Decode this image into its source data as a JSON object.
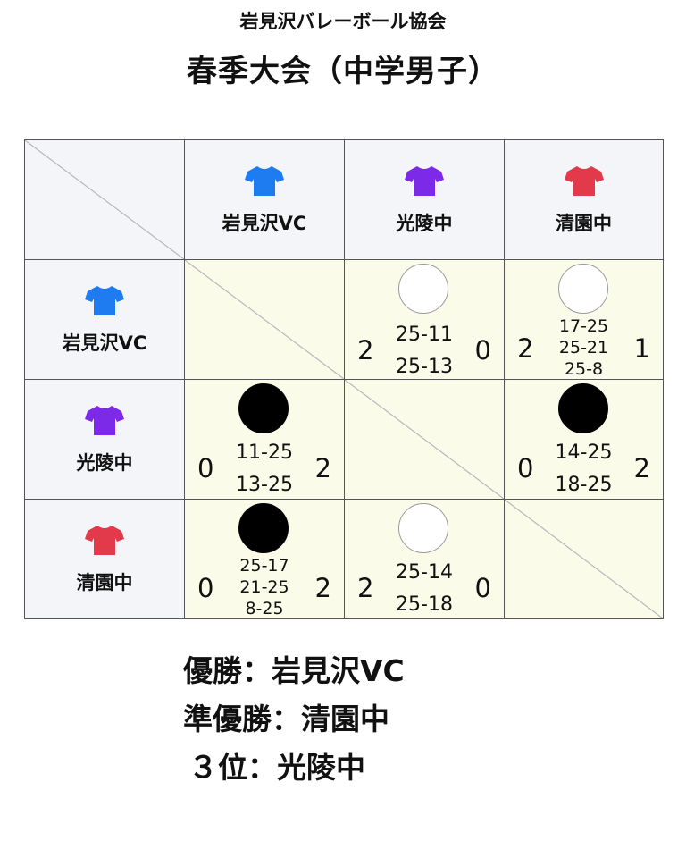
{
  "organization": "岩見沢バレーボール協会",
  "title": "春季大会（中学男子）",
  "teams": [
    {
      "name": "岩見沢VC",
      "color": "#1f7bf0"
    },
    {
      "name": "光陵中",
      "color": "#7c2ae8"
    },
    {
      "name": "清園中",
      "color": "#e23a4a"
    }
  ],
  "matches": {
    "r0c1": {
      "result": "win",
      "left": "2",
      "right": "0",
      "sets": [
        "25-11",
        "25-13"
      ]
    },
    "r0c2": {
      "result": "win",
      "left": "2",
      "right": "1",
      "sets": [
        "17-25",
        "25-21",
        "25-8"
      ]
    },
    "r1c0": {
      "result": "lose",
      "left": "0",
      "right": "2",
      "sets": [
        "11-25",
        "13-25"
      ]
    },
    "r1c2": {
      "result": "lose",
      "left": "0",
      "right": "2",
      "sets": [
        "14-25",
        "18-25"
      ]
    },
    "r2c0": {
      "result": "lose",
      "left": "0",
      "right": "2",
      "sets": [
        "25-17",
        "21-25",
        "8-25"
      ]
    },
    "r2c1": {
      "result": "win",
      "left": "2",
      "right": "0",
      "sets": [
        "25-14",
        "25-18"
      ]
    }
  },
  "results": {
    "first": "優勝：岩見沢VC",
    "second": "準優勝：清園中",
    "third": "３位：光陵中"
  }
}
